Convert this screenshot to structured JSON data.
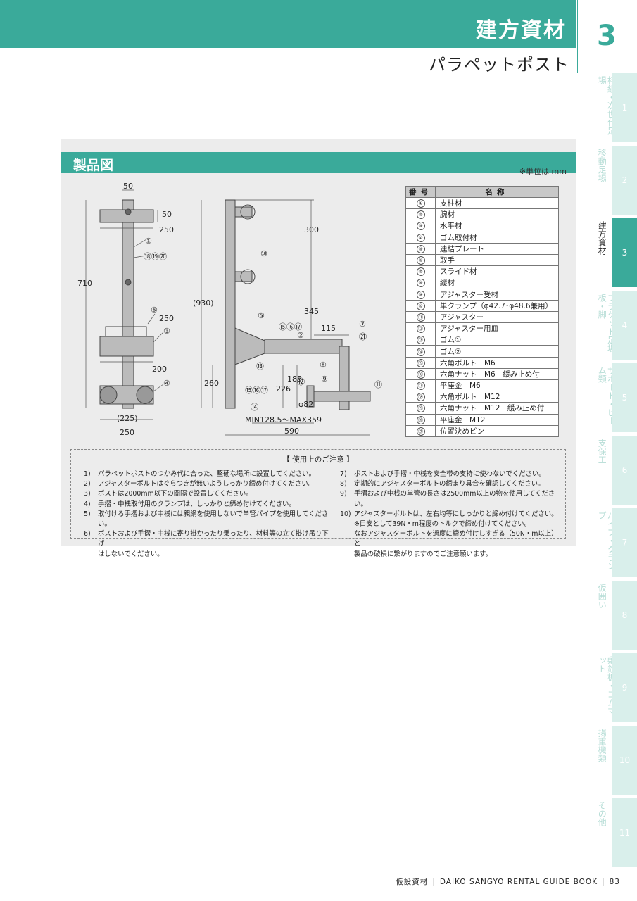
{
  "header": {
    "category": "建方資材",
    "chapter": "3",
    "product": "パラペットポスト"
  },
  "side_tabs": [
    {
      "label": "枠組・次世代足場",
      "num": "1",
      "active": false
    },
    {
      "label": "移動足場",
      "num": "2",
      "active": false
    },
    {
      "label": "建方資材",
      "num": "3",
      "active": true
    },
    {
      "label": "ブラケット足場板・脚",
      "num": "4",
      "active": false
    },
    {
      "label": "サポート・ビーム類",
      "num": "5",
      "active": false
    },
    {
      "label": "支保工",
      "num": "6",
      "active": false
    },
    {
      "label": "パイプ・クランプ",
      "num": "7",
      "active": false
    },
    {
      "label": "仮囲い",
      "num": "8",
      "active": false
    },
    {
      "label": "敷鉄板・ゴムマット",
      "num": "9",
      "active": false
    },
    {
      "label": "揚重機類",
      "num": "10",
      "active": false
    },
    {
      "label": "その他",
      "num": "11",
      "active": false
    }
  ],
  "figure": {
    "title": "製品図",
    "unit_note": "※単位は mm",
    "dims_front": {
      "d50_top": "50",
      "d50_side": "50",
      "d250_a": "250",
      "d710": "710",
      "ref_bolts": "⑱⑲⑳",
      "ref1": "①",
      "ref6": "⑥",
      "d250_b": "250",
      "ref3": "③",
      "d200": "200",
      "ref4": "④",
      "d225": "(225)",
      "d250_c": "250"
    },
    "dims_side": {
      "d930": "(930)",
      "ref10": "⑩",
      "d300": "300",
      "d345": "345",
      "ref5": "⑤",
      "ref_nuts": "⑮⑯⑰",
      "ref2": "②",
      "d115": "115",
      "ref7": "⑦",
      "ref21": "㉑",
      "ref13": "⑬",
      "ref8": "⑧",
      "ref9": "⑨",
      "d260": "260",
      "d226": "226",
      "d185": "185",
      "ref12": "⑫",
      "phi82": "φ82",
      "ref11": "⑪",
      "ref_nuts2": "⑮⑯⑰",
      "ref14": "⑭",
      "range": "MIN128.5～MAX359",
      "d590": "590"
    },
    "parts_header": {
      "no": "番号",
      "name": "名称"
    },
    "parts": [
      {
        "no": "①",
        "name": "支柱材"
      },
      {
        "no": "②",
        "name": "腕材"
      },
      {
        "no": "③",
        "name": "水平材"
      },
      {
        "no": "④",
        "name": "ゴム取付材"
      },
      {
        "no": "⑤",
        "name": "連結プレート"
      },
      {
        "no": "⑥",
        "name": "取手"
      },
      {
        "no": "⑦",
        "name": "スライド材"
      },
      {
        "no": "⑧",
        "name": "縦材"
      },
      {
        "no": "⑨",
        "name": "アジャスター受材"
      },
      {
        "no": "⑩",
        "name": "単クランプ（φ42.7･φ48.6兼用）"
      },
      {
        "no": "⑪",
        "name": "アジャスター"
      },
      {
        "no": "⑫",
        "name": "アジャスター用皿"
      },
      {
        "no": "⑬",
        "name": "ゴム①"
      },
      {
        "no": "⑭",
        "name": "ゴム②"
      },
      {
        "no": "⑮",
        "name": "六角ボルト　M6"
      },
      {
        "no": "⑯",
        "name": "六角ナット　M6　緩み止め付"
      },
      {
        "no": "⑰",
        "name": "平座金　M6"
      },
      {
        "no": "⑱",
        "name": "六角ボルト　M12"
      },
      {
        "no": "⑲",
        "name": "六角ナット　M12　緩み止め付"
      },
      {
        "no": "⑳",
        "name": "平座金　M12"
      },
      {
        "no": "㉑",
        "name": "位置決めピン"
      }
    ]
  },
  "cautions": {
    "title": "【 使用上のご注意 】",
    "left": [
      {
        "n": "1)",
        "t": "パラペットポストのつかみ代に合った、堅硬な場所に設置してください。"
      },
      {
        "n": "2)",
        "t": "アジャスターボルトはぐらつきが無いようしっかり締め付けてください。"
      },
      {
        "n": "3)",
        "t": "ポストは2000mm以下の間隔で設置してください。"
      },
      {
        "n": "4)",
        "t": "手摺・中桟取付用のクランプは、しっかりと締め付けてください。"
      },
      {
        "n": "5)",
        "t": "取付ける手摺および中桟には親綱を使用しないで単管パイプを使用してください。"
      },
      {
        "n": "6)",
        "t": "ポストおよび手摺・中桟に寄り掛かったり乗ったり、材料等の立て掛け吊り下げ"
      }
    ],
    "left_cont": "はしないでください。",
    "right": [
      {
        "n": "7)",
        "t": "ポストおよび手摺・中桟を安全帯の支持に使わないでください。"
      },
      {
        "n": "8)",
        "t": "定期的にアジャスターボルトの締まり具合を確認してください。"
      },
      {
        "n": "9)",
        "t": "手摺および中桟の単管の長さは2500mm以上の物を使用してください。"
      },
      {
        "n": "10)",
        "t": "アジャスターボルトは、左右均等にしっかりと締め付けてください。"
      }
    ],
    "right_cont": [
      "※目安として39N・m程度のトルクで締め付けてください。",
      "なおアジャスターボルトを過度に締め付けしすぎる（50N・m以上）と",
      "製品の破損に繋がりますのでご注意願います。"
    ]
  },
  "footer": {
    "section": "仮設資材",
    "book": "DAIKO SANGYO RENTAL GUIDE BOOK",
    "page": "83"
  }
}
